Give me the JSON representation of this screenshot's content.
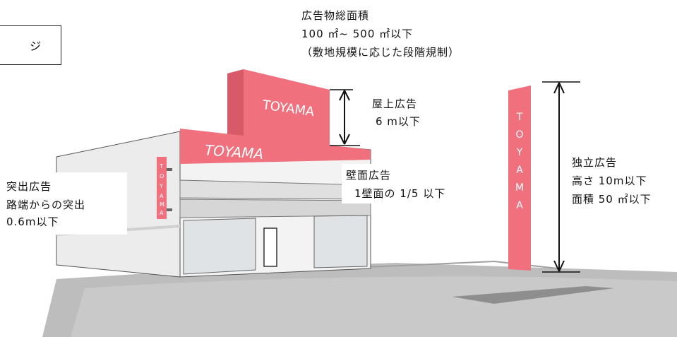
{
  "corner_box": {
    "text": "ジ"
  },
  "total": {
    "title": "広告物総面積",
    "range": "100 ㎡~ 500 ㎡以下",
    "note": "（敷地規模に応じた段階規制）"
  },
  "rooftop": {
    "name": "屋上広告",
    "limit": "6 m以下"
  },
  "wall": {
    "name": "壁面広告",
    "limit": "1壁面の 1/5 以下"
  },
  "projecting": {
    "name": "突出広告",
    "desc": "路端からの突出",
    "limit": "0.6m以下"
  },
  "standalone": {
    "name": "独立広告",
    "height_limit": "高さ 10m以下",
    "area_limit": "面積 50 ㎡以下"
  },
  "signs": {
    "rooftop_text": "TOYAMA",
    "wall_text": "TOYAMA",
    "pole_text": "TOYAMA",
    "side_text": "TOYAMA"
  },
  "colors": {
    "sign_pink": "#F0707E",
    "wall_gray": "#e8e8e8",
    "glass": "#d8dde0",
    "road": "#b8b8b8"
  }
}
